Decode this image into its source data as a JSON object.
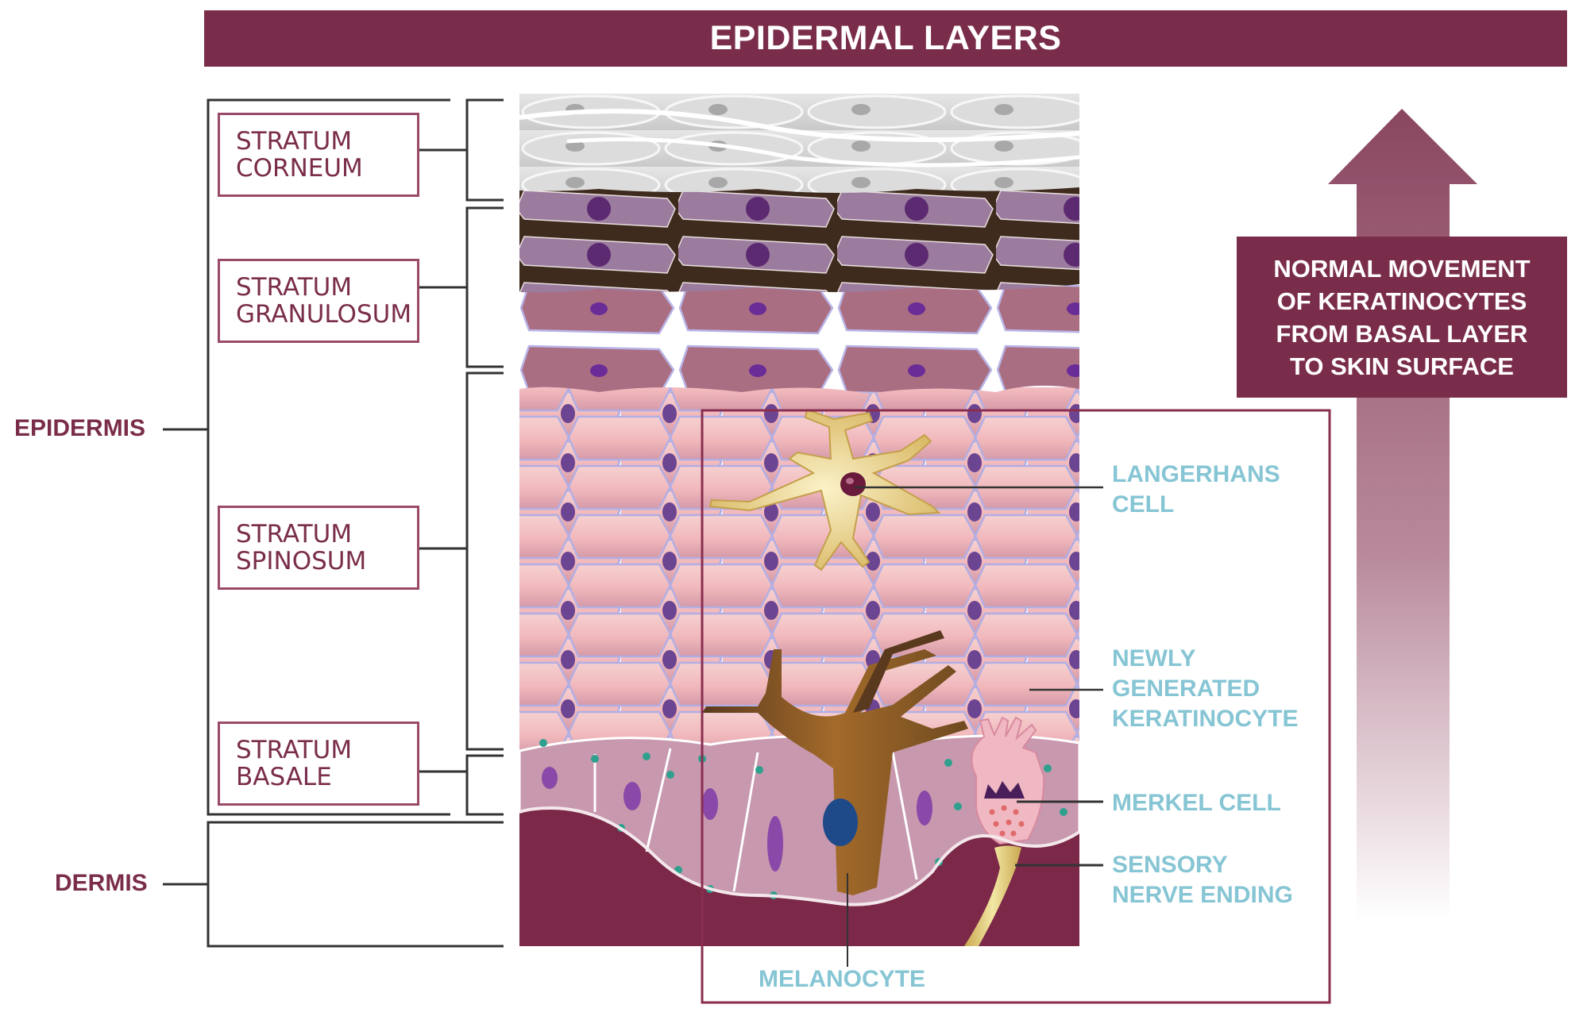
{
  "title": "EPIDERMAL LAYERS",
  "regions": {
    "epidermis": "EPIDERMIS",
    "dermis": "DERMIS"
  },
  "layers": [
    {
      "line1": "STRATUM",
      "line2": "CORNEUM"
    },
    {
      "line1": "STRATUM",
      "line2": "GRANULOSUM"
    },
    {
      "line1": "STRATUM",
      "line2": "SPINOSUM"
    },
    {
      "line1": "STRATUM",
      "line2": "BASALE"
    }
  ],
  "callouts": {
    "langerhans": {
      "line1": "LANGERHANS",
      "line2": "CELL"
    },
    "keratinocyte": {
      "line1": "NEWLY",
      "line2": "GENERATED",
      "line3": "KERATINOCYTE"
    },
    "merkel": {
      "line1": "MERKEL CELL"
    },
    "nerve": {
      "line1": "SENSORY",
      "line2": "NERVE ENDING"
    },
    "melanocyte": {
      "line1": "MELANOCYTE"
    }
  },
  "movement_box": "NORMAL MOVEMENT\nOF KERATINOCYTES\nFROM BASAL LAYER\nTO SKIN SURFACE",
  "colors": {
    "brand": "#7a2d4a",
    "callout_text": "#86c5d4",
    "bracket": "#333333"
  }
}
